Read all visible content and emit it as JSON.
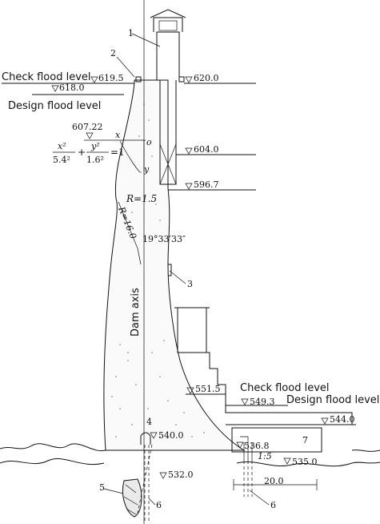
{
  "labels": {
    "check_flood_upstream": "Check flood level",
    "design_flood_upstream": "Design flood level",
    "check_flood_downstream": "Check flood level",
    "design_flood_downstream": "Design flood level",
    "dam_axis": "Dam axis"
  },
  "elevations": {
    "crest_upstream": "619.5",
    "crest_downstream": "620.0",
    "design_flood_up": "618.0",
    "gallery_top": "604.0",
    "gallery_bottom": "596.7",
    "check_flood_down": "551.5",
    "design_flood_down": "549.3",
    "powerhouse_top": "544.0",
    "drain_gallery": "540.0",
    "foundation_low": "532.0",
    "powerhouse_step": "536.8",
    "tailrace": "535.0",
    "ellipse_origin": "607.22"
  },
  "geometry_labels": {
    "radius_small": "R=1.5",
    "radius_large": "R=16.0",
    "angle": "19°33′33″",
    "ellipse_eq_x": "x²",
    "ellipse_eq_a": "5.4²",
    "ellipse_eq_y": "y²",
    "ellipse_eq_b": "1.6²",
    "ellipse_eq_rhs": "=1",
    "plus": "+",
    "x_axis": "x",
    "y_axis": "y",
    "origin": "o",
    "slope": "1:5",
    "width": "20.0"
  },
  "callouts": [
    "1",
    "2",
    "3",
    "4",
    "5",
    "6",
    "6",
    "7"
  ]
}
